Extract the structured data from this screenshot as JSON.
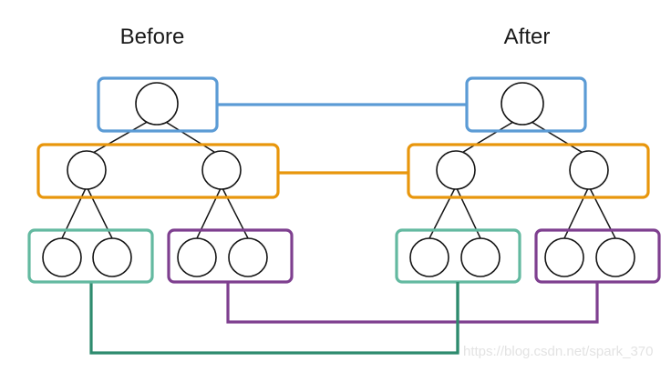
{
  "diagram": {
    "title_left": "Before",
    "title_right": "After",
    "watermark": "https://blog.csdn.net/spark_370",
    "palette": {
      "blue": "#5B9BD5",
      "orange": "#E8960C",
      "green_box": "#63B9A0",
      "green_line": "#2E8B6E",
      "purple": "#7E3F8F",
      "node_stroke": "#141414",
      "title": "#1a1a1a",
      "background": "#ffffff",
      "watermark": "#e3e3e3"
    },
    "groups": [
      {
        "id": "blue-root-before",
        "color_key": "blue",
        "side": "before",
        "level": "root",
        "node_count": 1
      },
      {
        "id": "orange-mid-before",
        "color_key": "orange",
        "side": "before",
        "level": "mid",
        "node_count": 2
      },
      {
        "id": "green-leaf-before",
        "color_key": "green_box",
        "side": "before",
        "level": "leaf",
        "node_count": 2
      },
      {
        "id": "purple-leaf-before",
        "color_key": "purple",
        "side": "before",
        "level": "leaf",
        "node_count": 2
      },
      {
        "id": "blue-root-after",
        "color_key": "blue",
        "side": "after",
        "level": "root",
        "node_count": 1
      },
      {
        "id": "orange-mid-after",
        "color_key": "orange",
        "side": "after",
        "level": "mid",
        "node_count": 2
      },
      {
        "id": "green-leaf-after",
        "color_key": "green_box",
        "side": "after",
        "level": "leaf",
        "node_count": 2
      },
      {
        "id": "purple-leaf-after",
        "color_key": "purple",
        "side": "after",
        "level": "leaf",
        "node_count": 2
      }
    ],
    "connectors": [
      {
        "id": "blue-connector",
        "color_key": "blue",
        "route": "straight",
        "from": "blue-root-before",
        "to": "blue-root-after"
      },
      {
        "id": "orange-connector",
        "color_key": "orange",
        "route": "straight",
        "from": "orange-mid-before",
        "to": "orange-mid-after"
      },
      {
        "id": "green-connector",
        "color_key": "green_line",
        "route": "below",
        "from": "green-leaf-before",
        "to": "green-leaf-after"
      },
      {
        "id": "purple-connector",
        "color_key": "purple",
        "route": "below",
        "from": "purple-leaf-before",
        "to": "purple-leaf-after"
      }
    ]
  }
}
